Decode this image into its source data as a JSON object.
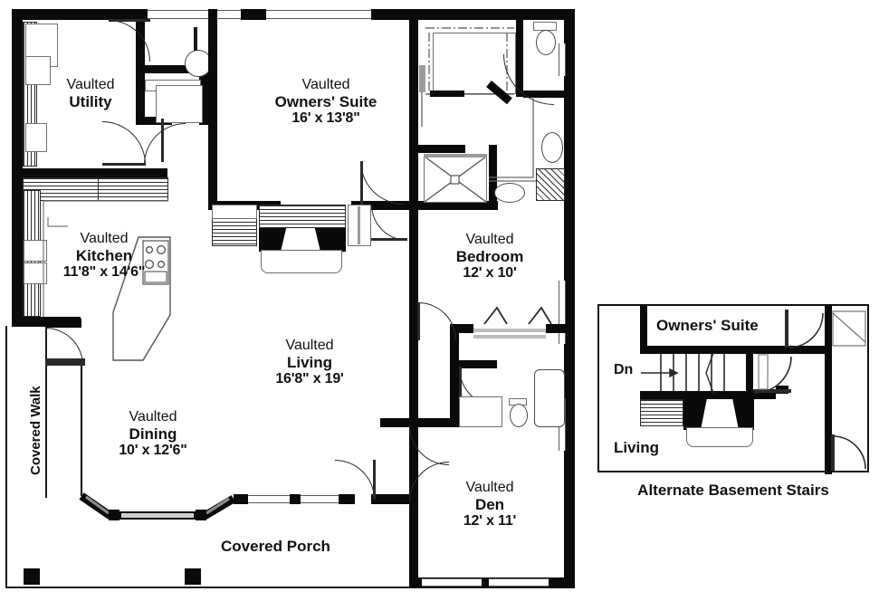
{
  "plan": {
    "title_visible": false,
    "rooms": [
      {
        "id": "utility",
        "vaulted": "Vaulted",
        "name": "Utility",
        "dims": ""
      },
      {
        "id": "owners",
        "vaulted": "Vaulted",
        "name": "Owners' Suite",
        "dims": "16' x 13'8\""
      },
      {
        "id": "kitchen",
        "vaulted": "Vaulted",
        "name": "Kitchen",
        "dims": "11'8\" x 14'6\""
      },
      {
        "id": "bedroom",
        "vaulted": "Vaulted",
        "name": "Bedroom",
        "dims": "12' x 10'"
      },
      {
        "id": "living",
        "vaulted": "Vaulted",
        "name": "Living",
        "dims": "16'8\" x 19'"
      },
      {
        "id": "dining",
        "vaulted": "Vaulted",
        "name": "Dining",
        "dims": "10' x 12'6\""
      },
      {
        "id": "den",
        "vaulted": "Vaulted",
        "name": "Den",
        "dims": "12' x 11'"
      }
    ],
    "exterior_labels": {
      "covered_walk": "Covered Walk",
      "covered_porch": "Covered Porch"
    }
  },
  "inset": {
    "caption": "Alternate Basement Stairs",
    "owners_suite_label": "Owners' Suite",
    "living_label": "Living",
    "stair_direction_label": "Dn"
  },
  "colors": {
    "wall": "#0a0a0a",
    "thin_line": "#4a4a4a",
    "paper": "#ffffff",
    "text": "#111111"
  }
}
